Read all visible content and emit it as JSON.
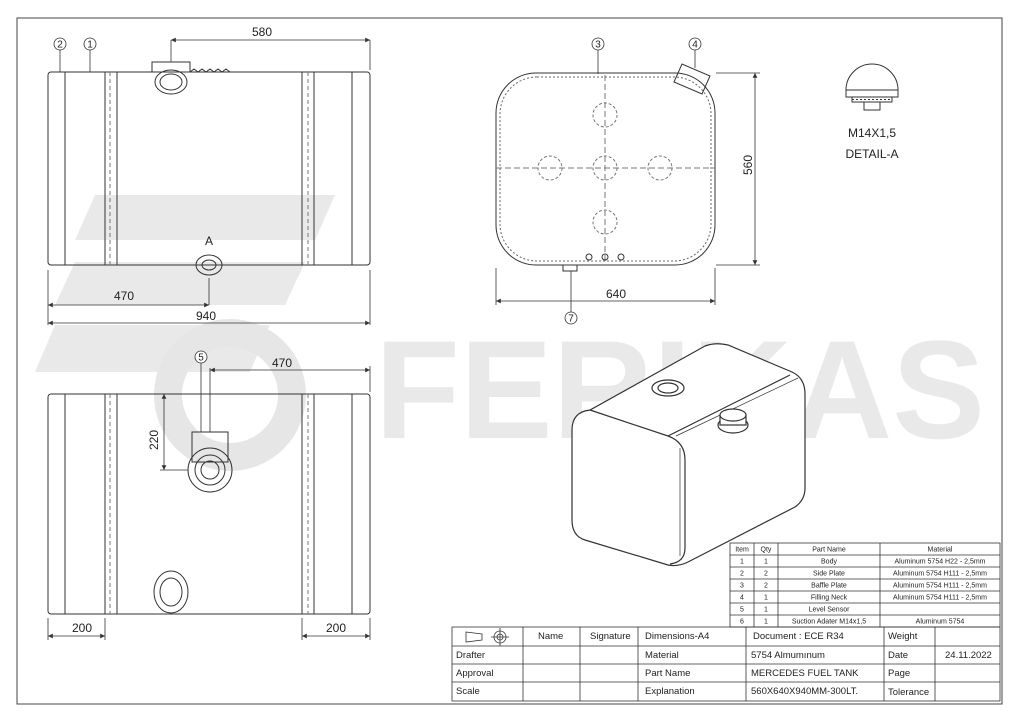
{
  "watermark": {
    "brand": "FERIKAS"
  },
  "dimensions": {
    "side_top_width": "580",
    "side_bottom_470": "470",
    "side_bottom_940": "940",
    "front_height": "560",
    "front_width": "640",
    "plan_470": "470",
    "plan_220": "220",
    "plan_200_left": "200",
    "plan_200_right": "200"
  },
  "callouts": {
    "c1": "1",
    "c2": "2",
    "c3": "3",
    "c4": "4",
    "c5": "5",
    "c7": "7",
    "detail_marker": "A"
  },
  "detail": {
    "thread": "M14X1,5",
    "label": "DETAIL-A"
  },
  "parts_table": {
    "headers": [
      "Item",
      "Qty",
      "Part Name",
      "Material"
    ],
    "rows": [
      [
        "1",
        "1",
        "Body",
        "Aluminum 5754 H22 - 2,5mm"
      ],
      [
        "2",
        "2",
        "Side Plate",
        "Aluminum 5754 H111 - 2,5mm"
      ],
      [
        "3",
        "2",
        "Baffle Plate",
        "Aluminum 5754 H111 - 2,5mm"
      ],
      [
        "4",
        "1",
        "Filling Neck",
        "Aluminum 5754 H111 - 2,5mm"
      ],
      [
        "5",
        "1",
        "Level Sensor",
        ""
      ],
      [
        "6",
        "1",
        "Suction Adater M14x1,5",
        "Aluminum 5754"
      ]
    ]
  },
  "title_block": {
    "name_h": "Name",
    "signature_h": "Signature",
    "dims": "Dimensions-A4",
    "document": "Document : ECE R34",
    "weight": "Weight",
    "drafter": "Drafter",
    "material_l": "Material",
    "material_v": "5754 Almumınum",
    "date_l": "Date",
    "date_v": "24.11.2022",
    "approval": "Approval",
    "partname_l": "Part Name",
    "partname_v": "MERCEDES FUEL TANK",
    "page_l": "Page",
    "scale": "Scale",
    "expl_l": "Explanation",
    "expl_v": "560X640X940MM-300LT.",
    "tolerance": "Tolerance"
  }
}
